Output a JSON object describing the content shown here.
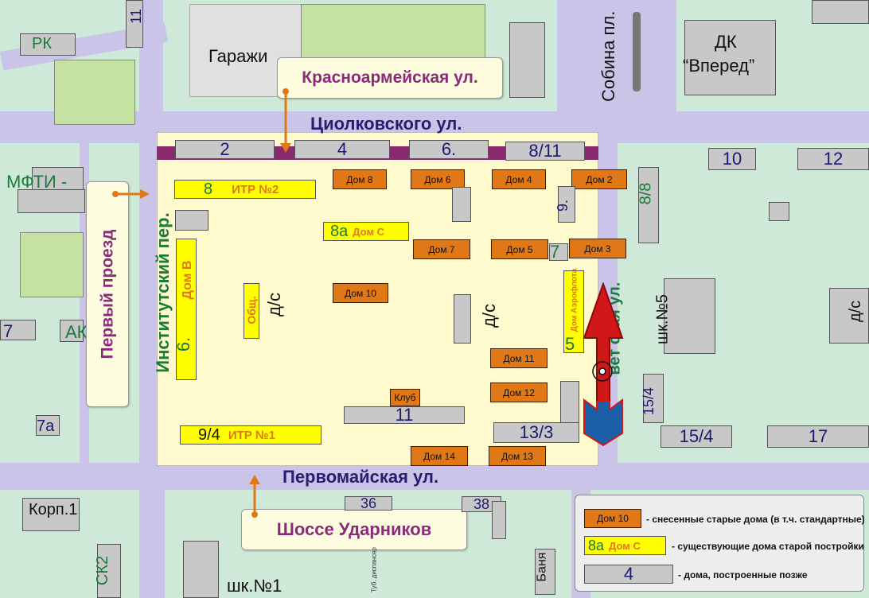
{
  "streets": {
    "tsiolkovskogo": "Циолковского ул.",
    "pervomayskaya": "Первомайская ул.",
    "institutsky": "Институтский пер.",
    "sobina": "Собина пл.",
    "kosmonavtov_partial": "вет ская ул."
  },
  "callouts": {
    "krasnoarmeyskaya": "Красноармейская ул.",
    "pervy_proezd": "Первый проезд",
    "shosse": "Шоссе Ударников"
  },
  "labels": {
    "garages": "Гаражи",
    "dk": "ДК",
    "dk_name": "“Вперед”",
    "rk": "РК",
    "mfti": "МФТИ -",
    "ak": "АК",
    "num_7_left": "7",
    "num_7a": "7а",
    "num_11_top": "11",
    "korp1": "Корп.1",
    "sk2": "СК2",
    "shk1": "шк.№1",
    "shk5": "шк.№5",
    "banya": "Баня",
    "tub": "Туб. диспансер",
    "ds_left": "д/с",
    "ds_mid": "д/с",
    "ds_right": "д/с",
    "obsh": "Общ.",
    "dom_v_num": "6.",
    "dom_v": "Дом В",
    "num_7_right": "7",
    "num_9": "9.",
    "num_8_8": "8/8",
    "num_15_4_v": "15/4",
    "aeroflot_num": "5",
    "aeroflot": "Дом Аэрофлота"
  },
  "new_buildings": {
    "b2": "2",
    "b4": "4",
    "b6": "6.",
    "b8_11": "8/11",
    "b10": "10",
    "b12": "12",
    "b11": "11",
    "b13_3": "13/3",
    "b15_4": "15/4",
    "b17": "17",
    "b36": "36",
    "b38": "38"
  },
  "demolished": {
    "d2": "Дом 2",
    "d3": "Дом 3",
    "d4": "Дом 4",
    "d5": "Дом 5",
    "d6": "Дом 6",
    "d7": "Дом 7",
    "d8": "Дом 8",
    "d10": "Дом 10",
    "d11": "Дом 11",
    "d12": "Дом 12",
    "d13": "Дом 13",
    "d14": "Дом 14",
    "klub": "Клуб"
  },
  "old_buildings": {
    "itr2_num": "8",
    "itr2": "ИТР №2",
    "domc_num": "8а",
    "domc": "Дом С",
    "itr1_num": "9/4",
    "itr1": "ИТР №1"
  },
  "legend": {
    "demolished_sample": "Дом 10",
    "demolished_text": "- снесенные старые дома (в т.ч. стандартные)",
    "old_num": "8а",
    "old_label": "Дом С",
    "old_text": "- существующие дома старой постройки",
    "new_sample": "4",
    "new_text": "- дома, построенные позже"
  },
  "colors": {
    "street": "#c9c4e8",
    "block_bg": "#cfe9d8",
    "district": "#fffacd",
    "demolished": "#e07818",
    "old": "#ffff00",
    "new": "#c8c8c8",
    "red_line": "#8a2a6e",
    "arrow_red": "#d01818",
    "arrow_blue": "#1a5fa8"
  }
}
